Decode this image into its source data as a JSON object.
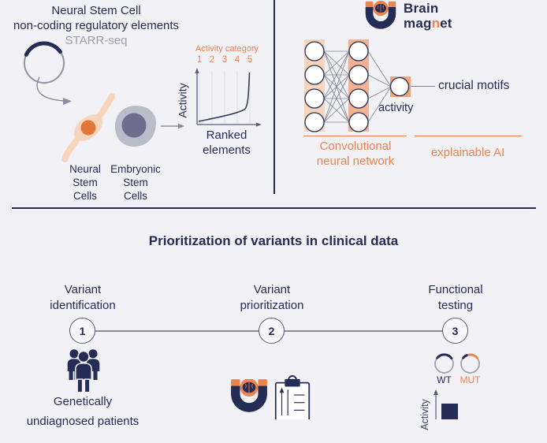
{
  "left_panel": {
    "title_line1": "Neural Stem Cell",
    "title_line2": "non-coding regulatory elements",
    "subtitle": "STARR-seq",
    "nsc_label": "Neural\nStem\nCells",
    "esc_label": "Embryonic\nStem\nCells",
    "chart": {
      "header": "Activity category",
      "categories": [
        "1",
        "2",
        "3",
        "4",
        "5"
      ],
      "ylabel": "Activity",
      "xlabel": "Ranked\nelements"
    }
  },
  "logo": {
    "word1": "Brain",
    "word2_pre": "mag",
    "word2_accent": "n",
    "word2_post": "et"
  },
  "right_panel": {
    "activity_label": "activity",
    "motifs_label": "crucial motifs",
    "cnn_label": "Convolutional\nneural network",
    "xai_label": "explainable AI"
  },
  "bottom": {
    "title": "Prioritization of variants in clinical data",
    "steps": [
      {
        "num": "1",
        "label": "Variant\nidentification"
      },
      {
        "num": "2",
        "label": "Variant\nprioritization"
      },
      {
        "num": "3",
        "label": "Functional\ntesting"
      }
    ],
    "patients_line1": "Genetically",
    "patients_line2": "undiagnosed patients",
    "functional": {
      "wt": "WT",
      "mut": "MUT",
      "ylabel": "Activity"
    }
  },
  "colors": {
    "background": "#f2f2f6",
    "navy": "#252c55",
    "orange": "#ea8450",
    "peach_light": "#f7d4bc",
    "peach_mid": "#f0b195",
    "peach_dark": "#eda57c",
    "cell_gray": "#b9bcc9",
    "nucleus_gray": "#6b6f8d",
    "nucleus_orange": "#e2763b",
    "line_gray": "#8a8da0"
  }
}
